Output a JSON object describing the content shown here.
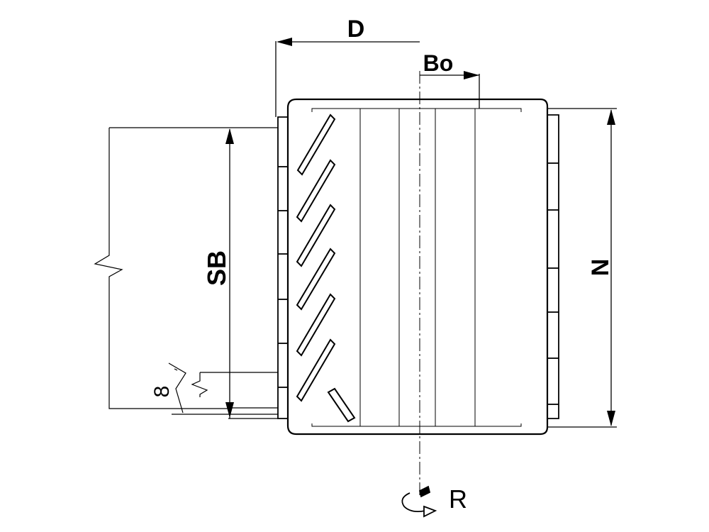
{
  "labels": {
    "diameter": "D",
    "bore": "Bo",
    "flute_length": "SB",
    "width": "N",
    "angle": "8",
    "rotation": "R"
  },
  "colors": {
    "line": "#000000",
    "background": "#ffffff"
  }
}
